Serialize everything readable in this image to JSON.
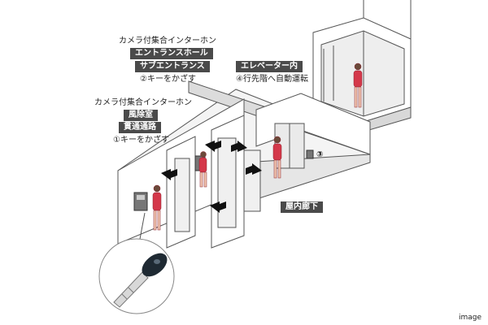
{
  "labels": {
    "intercom_upper": "カメラ付集合インターホン",
    "entrance_hall": "エントランスホール",
    "sub_entrance": "サブエントランス",
    "step2": "②キーをかざす",
    "intercom_lower": "カメラ付集合インターホン",
    "windbreak_room": "風除室",
    "through_passage": "貫通通路",
    "step1": "①キーをかざす",
    "elevator_inside": "エレベーター内",
    "step4": "④行先階へ自動運転",
    "step3_marker": "③",
    "indoor_corridor": "屋内廊下",
    "image_note": "image"
  },
  "colors": {
    "figure": "#d4384a",
    "wall": "#ffffff",
    "wall_edge": "#555555",
    "shade": "#d8d8d8",
    "tag_bg": "#4a4a4a"
  },
  "icons": [
    "person-figure",
    "arrow-icon",
    "key-icon",
    "intercom-panel-icon",
    "elevator-door-icon"
  ]
}
